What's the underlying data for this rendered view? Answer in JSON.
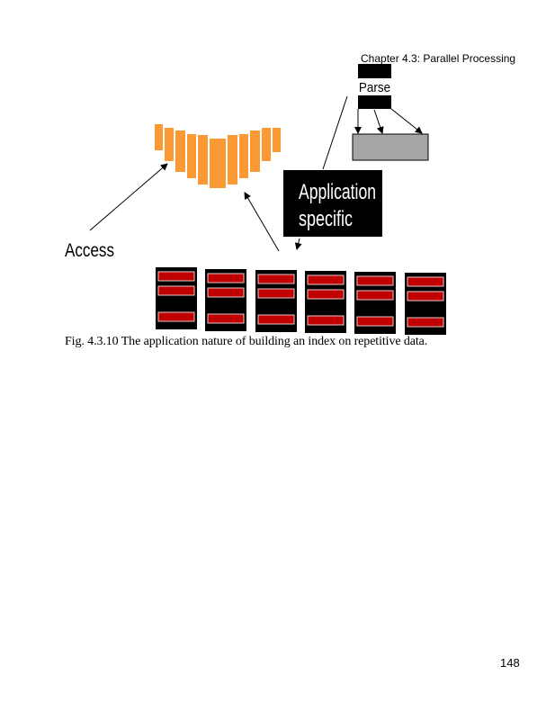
{
  "header": {
    "chapter": "Chapter 4.3: Parallel Processing"
  },
  "figure": {
    "labels": {
      "parse": "Parse",
      "app_line1": "Application",
      "app_line2": "specific",
      "access": "Access"
    },
    "caption": "Fig. 4.3.10 The application nature of building an index on repetitive data.",
    "colors": {
      "orange": "#fb9a35",
      "red": "#c00000",
      "gray": "#a6a6a6",
      "black": "#000000"
    },
    "record_count": 6,
    "fields_per_record": 3
  },
  "footer": {
    "page_number": "148"
  }
}
